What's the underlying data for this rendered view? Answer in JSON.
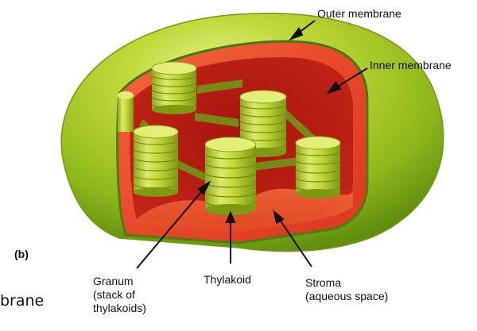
{
  "labels": {
    "outer_membrane": "Outer membrane",
    "inner_membrane": "Inner membrane",
    "granum_line1": "Granum",
    "granum_line2": "(stack of",
    "granum_line3": "thylakoids)",
    "thylakoid": "Thylakoid",
    "stroma_line1": "Stroma",
    "stroma_line2": "(aqueous space)"
  },
  "panel_letter": "(b)",
  "cropped_text_fragment": "brane",
  "colors": {
    "outer_membrane": "#9cc21c",
    "inner_membrane": "#e8482a",
    "stroma_interior": "#b81a12",
    "grana": "#c8dc3c",
    "background": "#ffffff"
  }
}
